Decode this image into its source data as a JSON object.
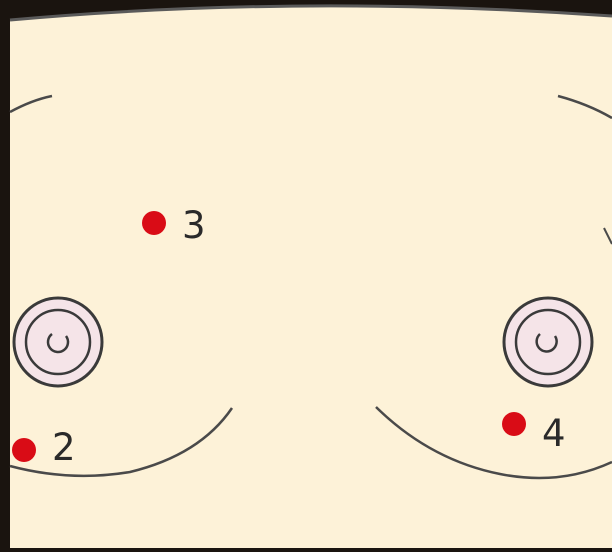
{
  "diagram": {
    "background_color": "#fdf2d8",
    "frame_color": "#1a140f",
    "outline_color": "#3a3a3a",
    "areola_fill": "#f5e4e8",
    "point_color": "#d90c16",
    "points": [
      {
        "id": "2",
        "label": "2"
      },
      {
        "id": "3",
        "label": "3"
      },
      {
        "id": "4",
        "label": "4"
      }
    ]
  }
}
